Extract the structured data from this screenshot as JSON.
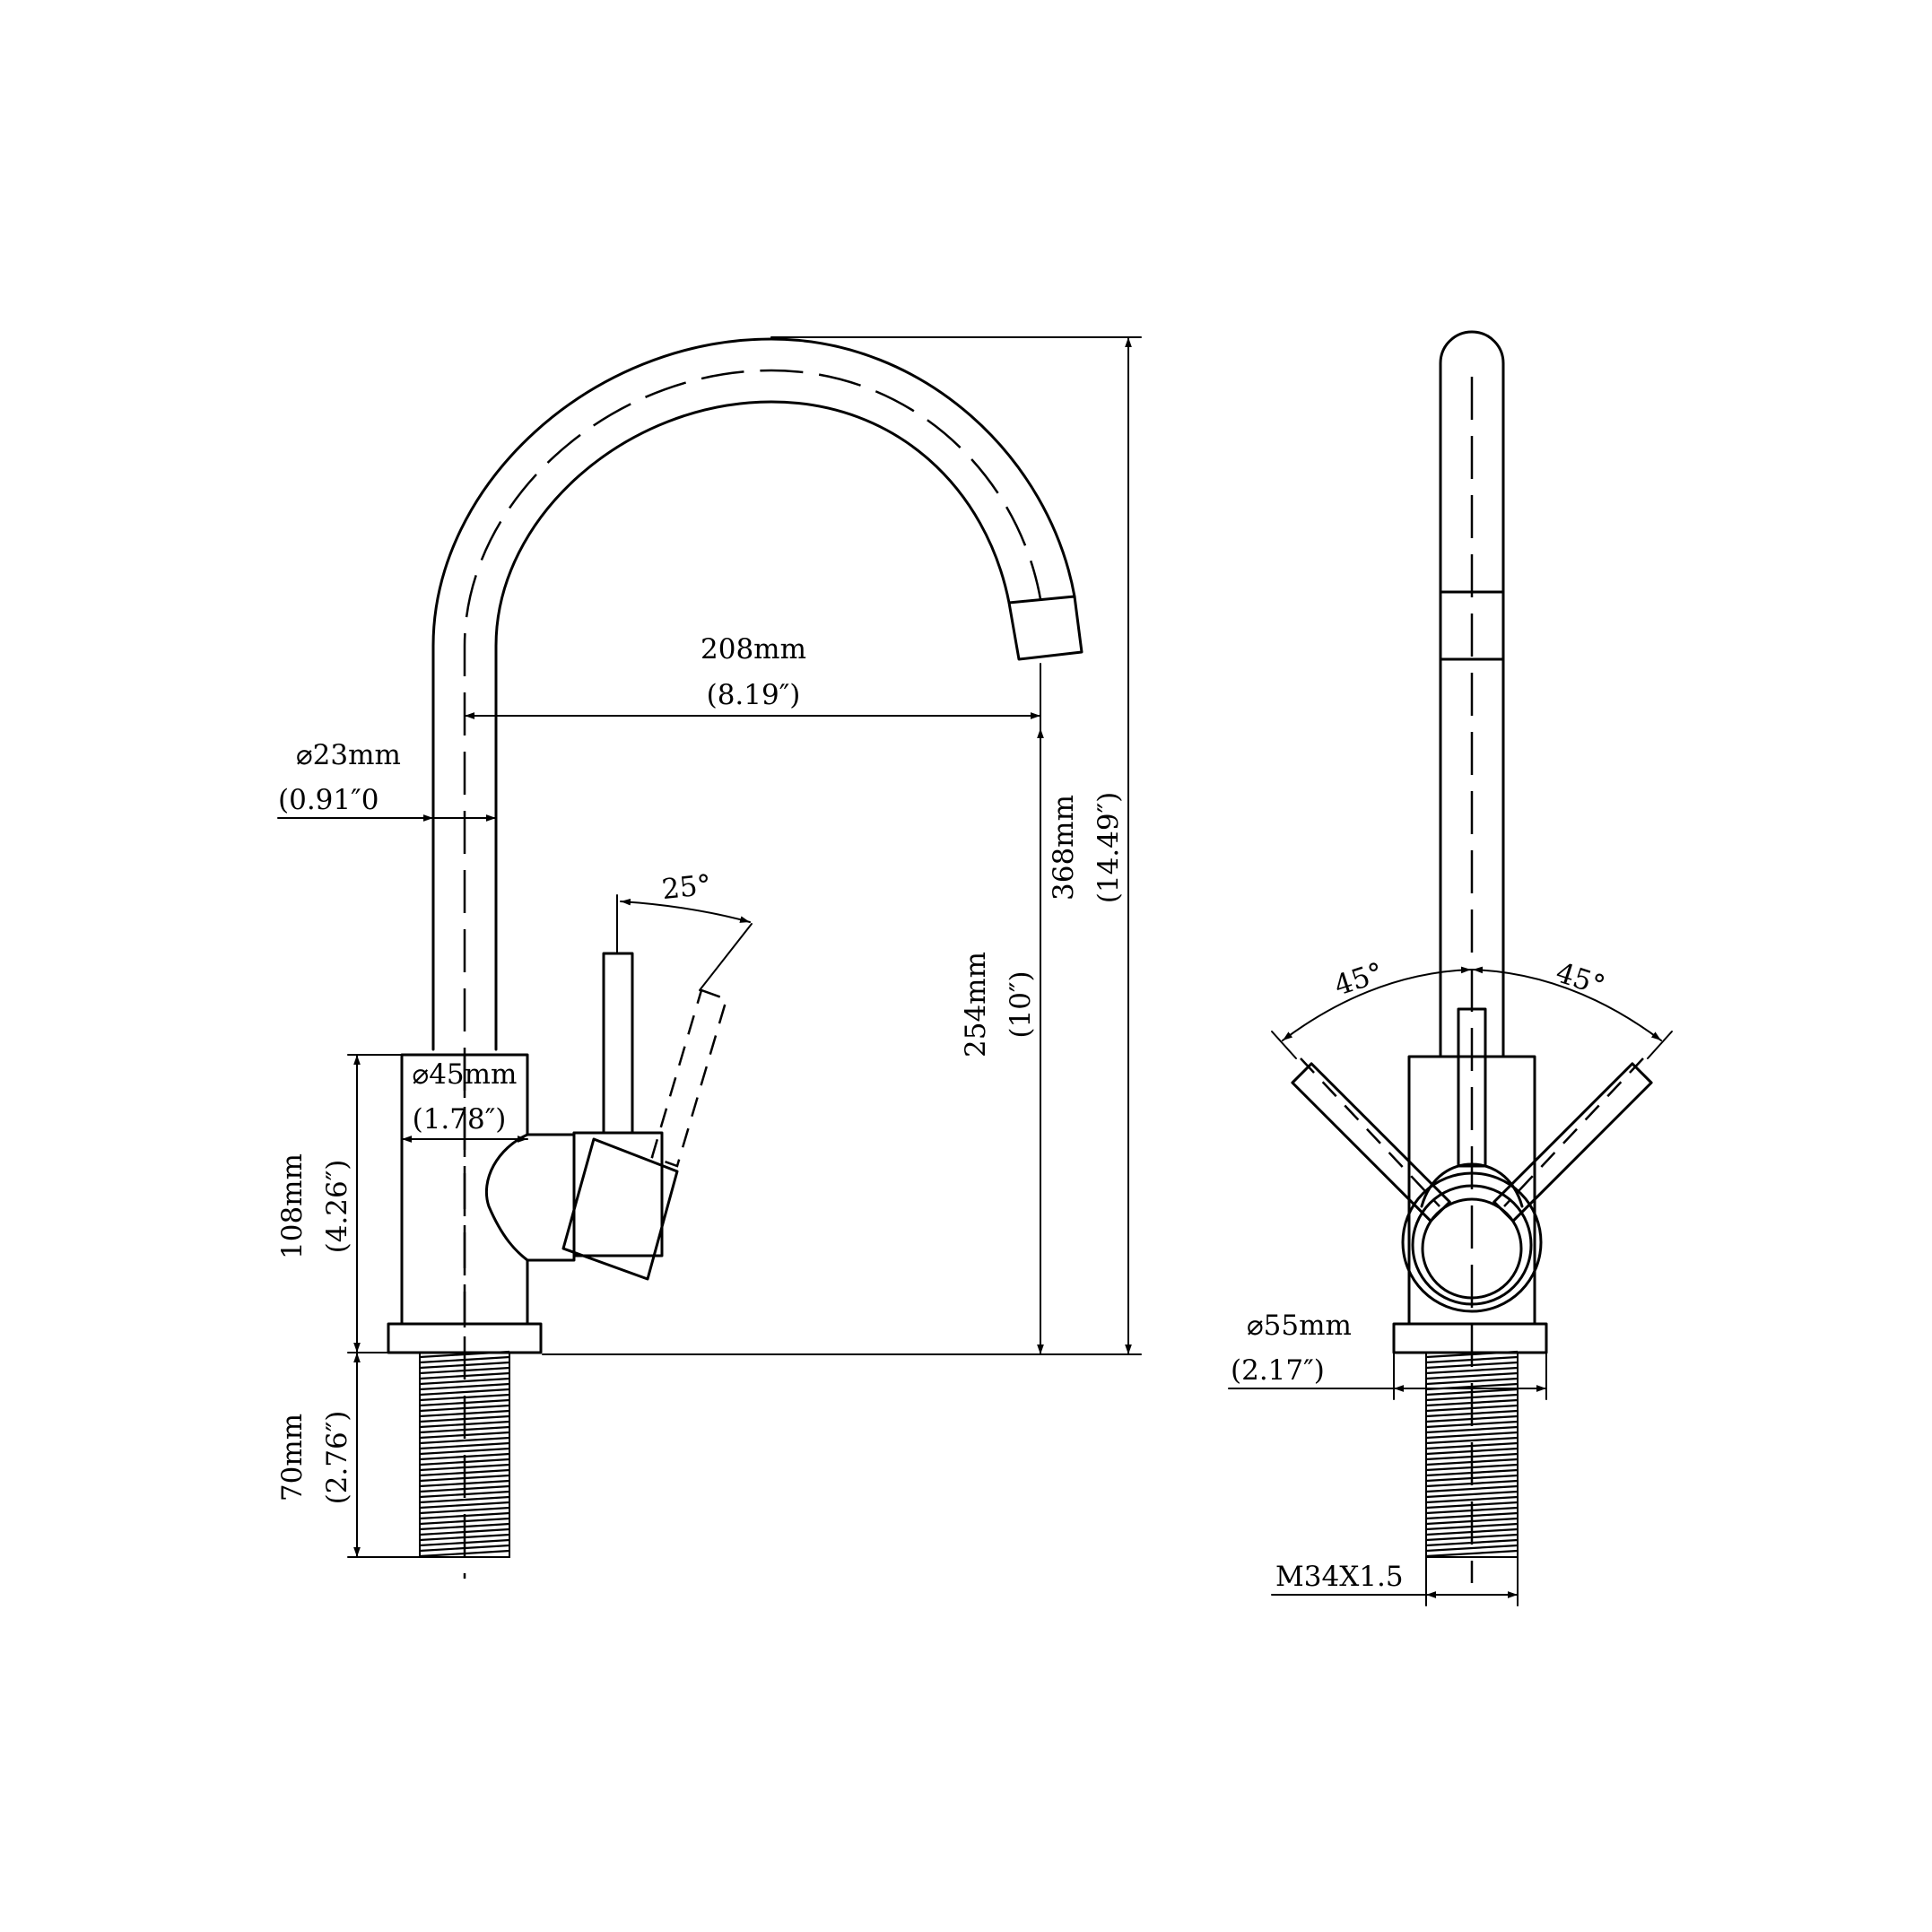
{
  "dimensions": {
    "spout_reach_mm": "208mm",
    "spout_reach_in": "(8.19″)",
    "pipe_diameter_mm": "⌀23mm",
    "pipe_diameter_in": "(0.91″0",
    "lever_angle": "25°",
    "total_height_mm": "368mm",
    "total_height_in": "(14.49″)",
    "spout_height_mm": "254mm",
    "spout_height_in": "(10″)",
    "body_diameter_mm": "⌀45mm",
    "body_diameter_in": "(1.78″)",
    "body_height_mm": "108mm",
    "body_height_in": "(4.26″)",
    "shank_length_mm": "70mm",
    "shank_length_in": "(2.76″)",
    "left_swing_angle": "45°",
    "right_swing_angle": "45°",
    "base_diameter_mm": "⌀55mm",
    "base_diameter_in": "(2.17″)",
    "thread_spec": "M34X1.5"
  }
}
